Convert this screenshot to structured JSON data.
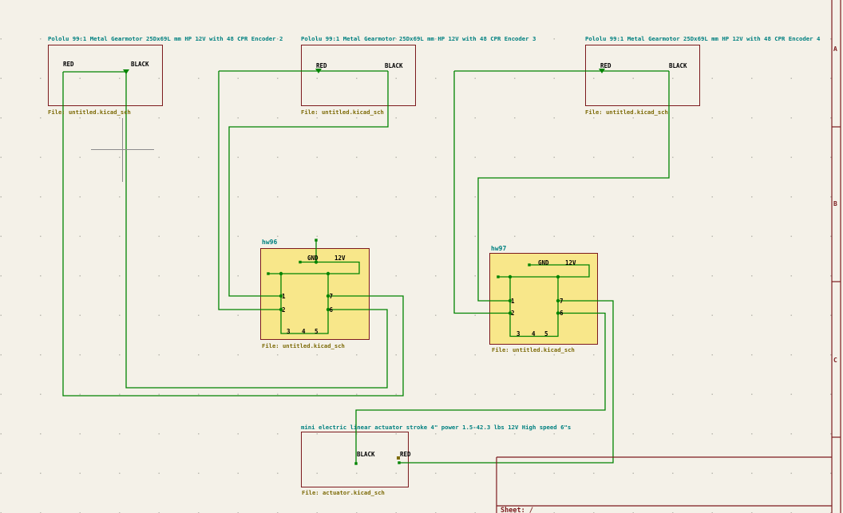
{
  "editor": {
    "name": "schematic-editor",
    "colors": {
      "background": "#f4f1e8",
      "wire_green": "#008400",
      "sheet_border_maroon": "#7c1a1d",
      "sheet_fill_yellow": "#f8e78a",
      "title_teal": "#008080",
      "file_label_olive": "#7d6b08",
      "grid_dot": "#bdbbb2",
      "cursor_gray": "#8c8c8c"
    }
  },
  "sheets": {
    "encoder2": {
      "title": "Pololu 99:1 Metal Gearmotor 25Dx69L mm HP 12V with 48 CPR Encoder 2",
      "file": "File: untitled.kicad_sch",
      "pins": {
        "red": "RED",
        "black": "BLACK"
      }
    },
    "encoder3": {
      "title": "Pololu 99:1 Metal Gearmotor 25Dx69L mm HP 12V with 48 CPR Encoder 3",
      "file": "File: untitled.kicad_sch",
      "pins": {
        "red": "RED",
        "black": "BLACK"
      }
    },
    "encoder4": {
      "title": "Pololu 99:1 Metal Gearmotor 25Dx69L mm HP 12V with 48 CPR Encoder 4",
      "file": "File: untitled.kicad_sch",
      "pins": {
        "red": "RED",
        "black": "BLACK"
      }
    },
    "hw96": {
      "name": "hw96",
      "file": "File: untitled.kicad_sch",
      "labels": {
        "gnd": "GND",
        "v12": "12V",
        "p1": "1",
        "p2": "2",
        "p3": "3",
        "p4": "4",
        "p5": "5",
        "p6": "6",
        "p7": "7"
      }
    },
    "hw97": {
      "name": "hw97",
      "file": "File: untitled.kicad_sch",
      "labels": {
        "gnd": "GND",
        "v12": "12V",
        "p1": "1",
        "p2": "2",
        "p3": "3",
        "p4": "4",
        "p5": "5",
        "p6": "6",
        "p7": "7"
      }
    },
    "actuator": {
      "title": "mini electric linear actuator stroke 4\" power 1.5-42.3 lbs 12V High speed 6\"s",
      "file": "File: actuator.kicad_sch",
      "pins": {
        "black": "BLACK",
        "red": "RED"
      }
    }
  },
  "frame": {
    "rows": [
      "A",
      "B",
      "C"
    ],
    "sheet_label": "Sheet: /"
  }
}
